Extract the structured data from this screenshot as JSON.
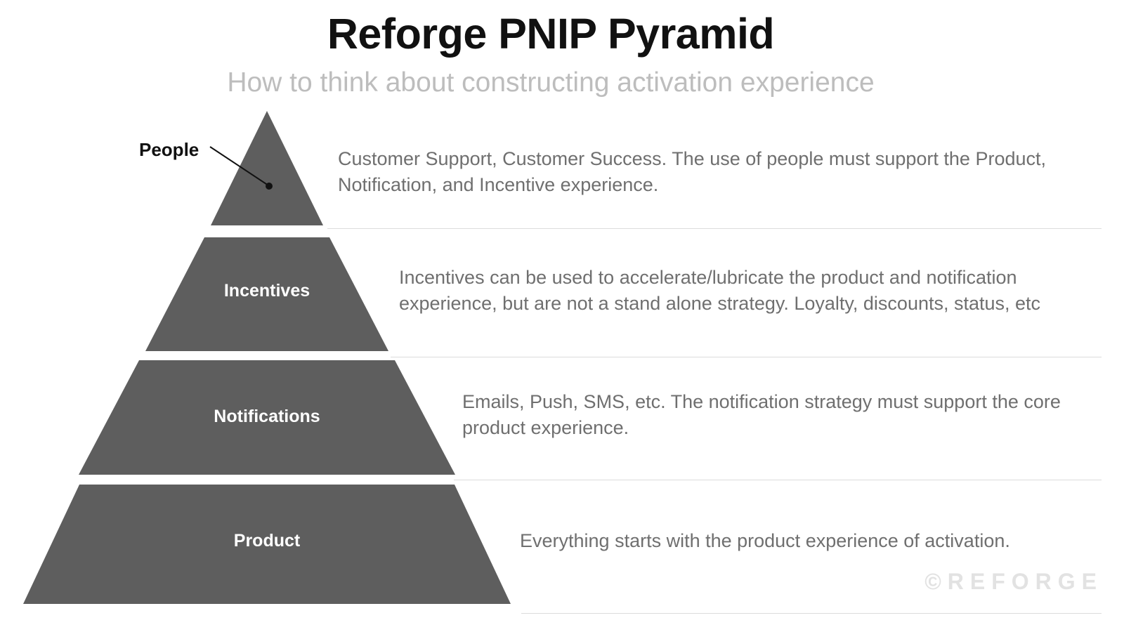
{
  "header": {
    "title": "Reforge PNIP Pyramid",
    "subtitle": "How to think about constructing activation experience"
  },
  "callout": {
    "people_label": "People"
  },
  "tiers": [
    {
      "id": "people",
      "label": "People",
      "label_rendered_inside": false,
      "description": "Customer Support, Customer Success.  The use of people must support the Product, Notification, and Incentive experience."
    },
    {
      "id": "incentives",
      "label": "Incentives",
      "label_rendered_inside": true,
      "description": "Incentives can be used to accelerate/lubricate the product and notification experience, but are not a stand alone strategy. Loyalty, discounts, status, etc"
    },
    {
      "id": "notifications",
      "label": "Notifications",
      "label_rendered_inside": true,
      "description": "Emails, Push, SMS, etc.  The notification strategy must support the core product experience."
    },
    {
      "id": "product",
      "label": "Product",
      "label_rendered_inside": true,
      "description": "Everything starts with the product experience of activation."
    }
  ],
  "watermark": {
    "text": "©REFORGE"
  },
  "colors": {
    "pyramid_fill": "#5e5e5e",
    "title": "#111111",
    "subtitle": "#bdbdbd",
    "body_text": "#6f6f6f",
    "separator": "#dcdcdc",
    "watermark": "#e2e2e2",
    "background": "#ffffff",
    "tier_label": "#ffffff"
  }
}
